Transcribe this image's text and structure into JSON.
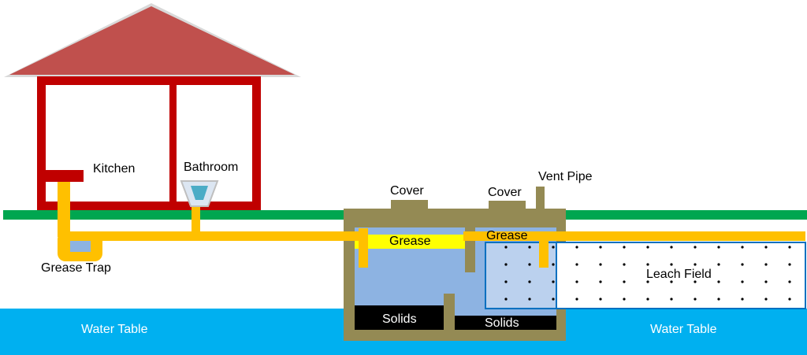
{
  "labels": {
    "kitchen": "Kitchen",
    "bathroom": "Bathroom",
    "grease_trap": "Grease Trap",
    "cover_left": "Cover",
    "cover_right": "Cover",
    "vent_pipe": "Vent Pipe",
    "grease_left": "Grease",
    "grease_right": "Grease",
    "solids_left": "Solids",
    "solids_right": "Solids",
    "leach_field": "Leach Field",
    "water_table_left": "Water Table",
    "water_table_right": "Water Table"
  },
  "colors": {
    "roof": "#c0504d",
    "house_frame": "#c00000",
    "ground": "#00a650",
    "pipe": "#ffc000",
    "tank_wall": "#948a54",
    "water": "#8db3e2",
    "grease": "#ffff00",
    "solids": "#000000",
    "water_table": "#00b0f0",
    "leach_border": "#0070c0"
  }
}
